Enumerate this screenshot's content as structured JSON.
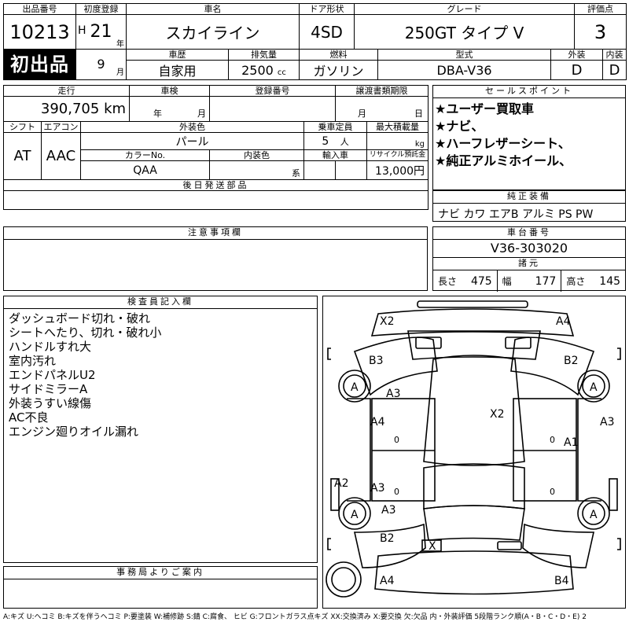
{
  "header": {
    "lot_label": "出品番号",
    "lot_no": "10213",
    "first_listing": "初出品",
    "first_reg_label": "初度登録",
    "era": "H",
    "year": "21",
    "year_unit": "年",
    "month": "9",
    "month_unit": "月",
    "name_label": "車名",
    "car_name": "スカイライン",
    "door_label": "ドア形状",
    "door": "4SD",
    "grade_label": "グレード",
    "grade": "250GT タイプ V",
    "score_label": "評価点",
    "score": "3",
    "history_label": "車歴",
    "history": "自家用",
    "displacement_label": "排気量",
    "displacement": "2500",
    "displacement_unit": "cc",
    "fuel_label": "燃料",
    "fuel": "ガソリン",
    "model_label": "型式",
    "model": "DBA-V36",
    "ext_label": "外装",
    "ext_grade": "D",
    "int_label": "内装",
    "int_grade": "D"
  },
  "middle": {
    "mileage_label": "走行",
    "mileage": "390,705 km",
    "inspection_label": "車検",
    "inspection_year": "年",
    "inspection_month": "月",
    "reg_no_label": "登録番号",
    "transfer_label": "譲渡書類期限",
    "transfer_month": "月",
    "transfer_day": "日",
    "shift_label": "シフト",
    "shift": "AT",
    "ac_label": "エアコン",
    "ac": "AAC",
    "ext_color_label": "外装色",
    "ext_color": "パール",
    "capacity_label": "乗車定員",
    "capacity": "5",
    "capacity_unit": "人",
    "max_load_label": "最大積載量",
    "max_load_unit": "kg",
    "color_no_label": "カラーNo.",
    "color_no": "QAA",
    "int_color_label": "内装色",
    "int_color_unit": "系",
    "import_label": "輸入車",
    "recycle_label": "リサイクル預託金",
    "recycle": "13,000円",
    "later_parts_label": "後日発送部品",
    "notes_label": "注意事項欄"
  },
  "sales": {
    "label": "セールスポイント",
    "points": [
      "★ユーザー買取車",
      "★ナビ、",
      "★ハーフレザーシート、",
      "★純正アルミホイール、"
    ]
  },
  "equipment": {
    "label": "純正装備",
    "items": "ナビ カワ エアB アルミ PS PW"
  },
  "chassis": {
    "label": "車台番号",
    "number": "V36-303020",
    "spec_label": "諸元",
    "length_label": "長さ",
    "length": "475",
    "width_label": "幅",
    "width": "177",
    "height_label": "高さ",
    "height": "145"
  },
  "inspector": {
    "label": "検査員記入欄",
    "lines": [
      "ダッシュボード切れ・破れ",
      "シートへたり、切れ・破れ小",
      "ハンドルすれ大",
      "室内汚れ",
      "エンドパネルU2",
      "サイドミラーA",
      "外装うすい線傷",
      "AC不良",
      "エンジン廻りオイル漏れ"
    ]
  },
  "office": {
    "label": "事務局よりご案内"
  },
  "diagram": {
    "marks": {
      "front_left": "X2",
      "front_right": "A4",
      "left_fender_top": "B3",
      "right_fender_top": "B2",
      "left_wheel_front": "A",
      "left_hood_side": "A3",
      "hood": "X2",
      "left_door_front": "A4",
      "right_door_front": "A1",
      "right_side": "A3",
      "left_side": "A2",
      "left_door_rear": "A3",
      "rear_left_side": "A3",
      "left_wheel_rear": "A",
      "right_wheel_rear": "A",
      "left_rear_fender": "B2",
      "rear_plate": "X",
      "rear_left": "A4",
      "rear_right": "B4",
      "right_wheel_front": "A",
      "door_zero_l1": "0",
      "door_zero_l2": "0",
      "door_zero_r1": "0",
      "door_zero_r2": "0"
    }
  },
  "legend": "A:キズ U:ヘコミ B:キズを伴うヘコミ P:要塗装 W:補修跡 S:錆 C:腐食、 ヒビ G:フロントガラス点キズ XX:交換済み X:要交換 欠:欠品 内・外装評価 5段階ランク順(A・B・C・D・E) 2"
}
